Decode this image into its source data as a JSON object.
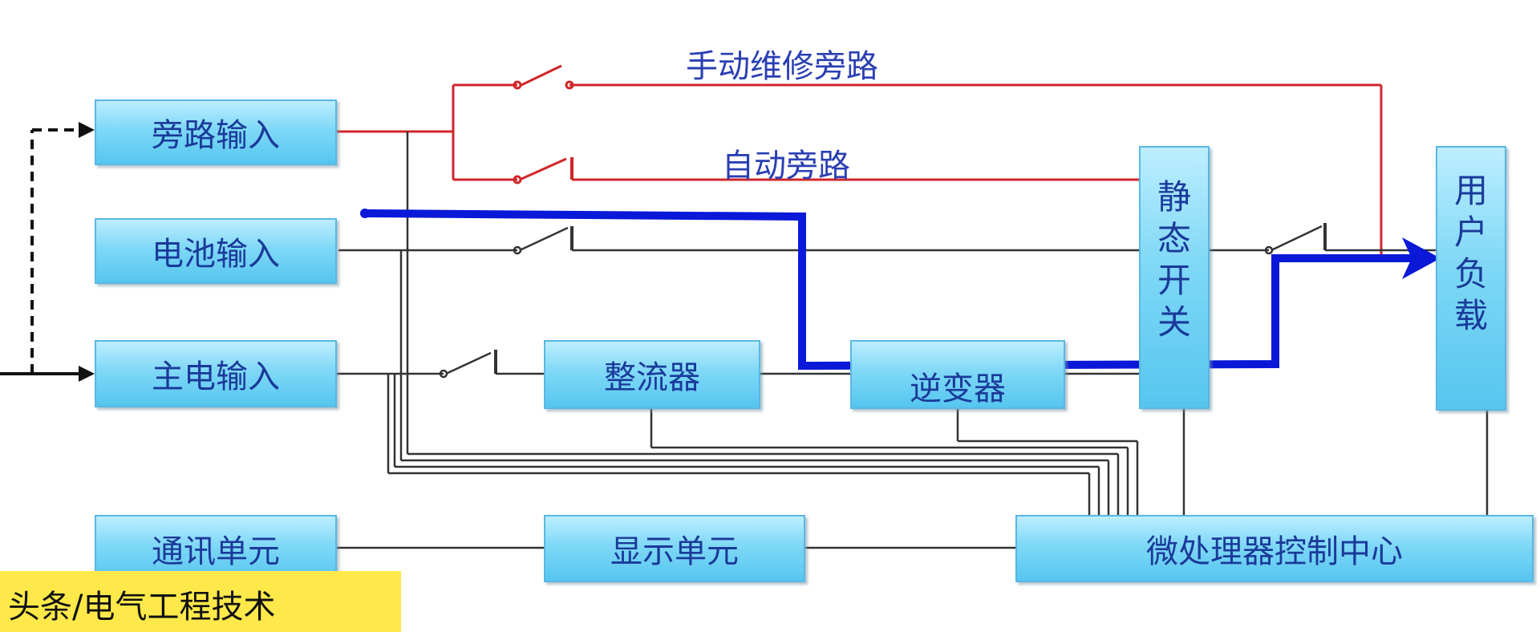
{
  "labels": {
    "manual_bypass": "手动维修旁路",
    "auto_bypass": "自动旁路"
  },
  "blocks": {
    "bypass_input": "旁路输入",
    "battery_input": "电池输入",
    "main_input": "主电输入",
    "rectifier": "整流器",
    "inverter": "逆变器",
    "static_switch": [
      "静",
      "态",
      "开",
      "关"
    ],
    "user_load": [
      "用",
      "户",
      "负",
      "载"
    ],
    "comm_unit": "通讯单元",
    "display_unit": "显示单元",
    "mcu_center": "微处理器控制中心"
  },
  "watermark": "头条/电气工程技术",
  "colors": {
    "bypass_line": "#d0262a",
    "signal_line": "#333333",
    "power_flow": "#0a18d8",
    "block_text": "#1a3a9a",
    "watermark_bg": "#ffe94a"
  }
}
